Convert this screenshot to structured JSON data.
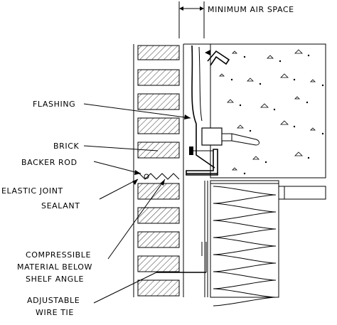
{
  "diagram": {
    "labels": {
      "min_air_space": "MINIMUM AIR SPACE",
      "flashing": "FLASHING",
      "brick": "BRICK",
      "backer_rod": "BACKER ROD",
      "elastic_line1": "ELASTIC JOINT",
      "elastic_line2": "SEALANT",
      "compress_line1": "COMPRESSIBLE",
      "compress_line2": "MATERIAL BELOW",
      "compress_line3": "SHELF ANGLE",
      "tie_line1": "ADJUSTABLE",
      "tie_line2": "WIRE TIE"
    }
  }
}
